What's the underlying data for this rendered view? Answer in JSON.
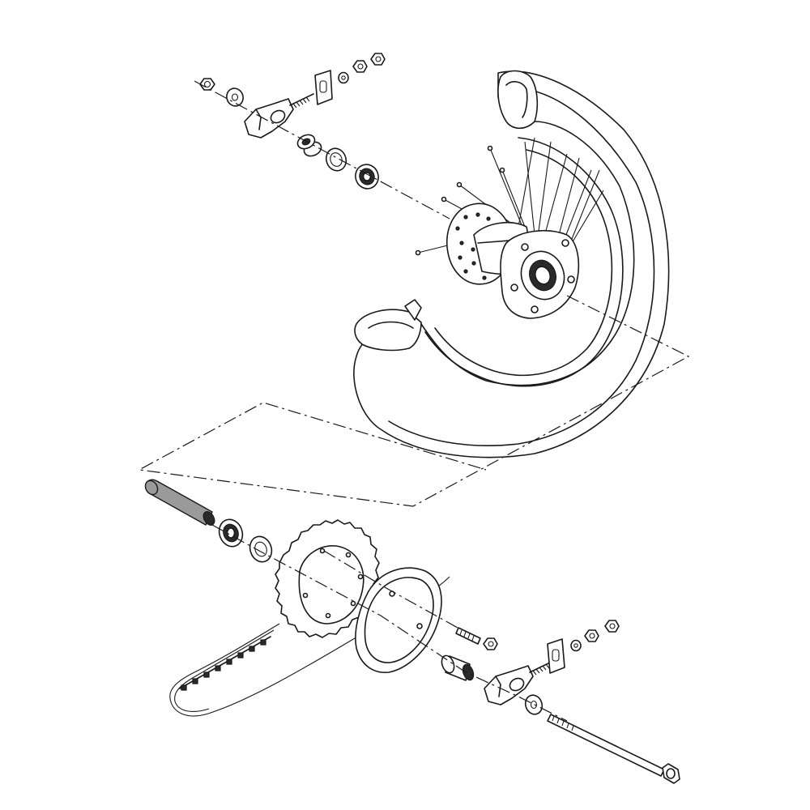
{
  "diagram": {
    "parts": [
      "upper-axle-nut",
      "upper-washer",
      "upper-chain-adjuster",
      "upper-adjuster-bolt",
      "upper-adjuster-plate",
      "upper-small-washer",
      "upper-lock-nut",
      "upper-nut",
      "upper-collar",
      "upper-oil-seal",
      "upper-wheel-bearing",
      "rear-tire",
      "rim",
      "spokes",
      "hub",
      "brake-disc",
      "hub-carrier",
      "hub-spacer-tube",
      "lower-wheel-bearing",
      "lower-oil-seal",
      "rear-sprocket",
      "drive-chain",
      "sprocket-guard",
      "sprocket-stud",
      "sprocket-nut",
      "lower-collar",
      "lower-chain-adjuster",
      "lower-adjuster-bolt",
      "lower-adjuster-plate",
      "lower-small-washer",
      "lower-lock-nut",
      "lower-nut",
      "lower-washer",
      "rear-axle"
    ],
    "colors": {
      "line": "#1a1a1a",
      "background": "#ffffff",
      "shade": "#9a9a9a",
      "dark": "#2a2a2a"
    }
  }
}
